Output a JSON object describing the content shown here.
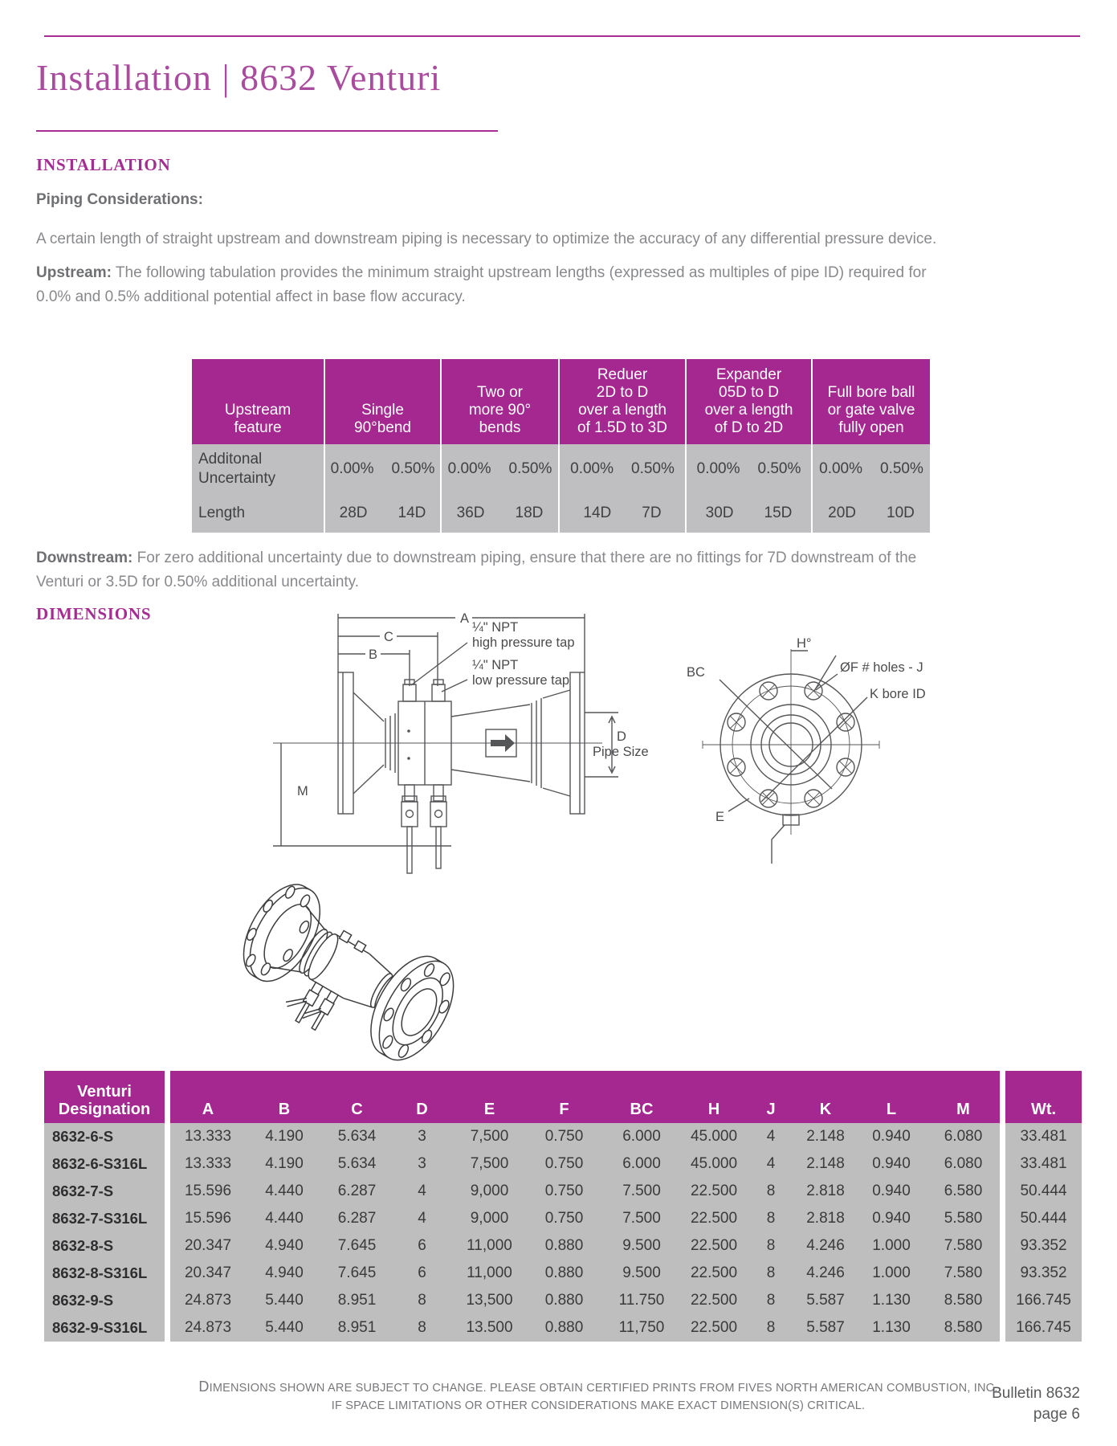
{
  "page": {
    "title": "Installation | 8632 Venturi",
    "section_installation": "INSTALLATION",
    "piping_heading": "Piping Considerations:",
    "para1": "A certain length of straight upstream and downstream piping is necessary to optimize the accuracy of any differential pressure device.",
    "upstream_label": "Upstream:",
    "upstream_line1": "The following tabulation provides the minimum straight upstream lengths (expressed as multiples of pipe ID) required for",
    "upstream_line2": "0.0% and 0.5% additional potential affect in base flow accuracy.",
    "downstream_label": "Downstream:",
    "downstream_line1": "For zero additional uncertainty due to downstream piping, ensure that there are no fittings for 7D downstream of the",
    "downstream_line2": "Venturi or 3.5D for 0.50% additional uncertainty.",
    "section_dimensions": "DIMENSIONS",
    "footer_note_line1": "DIMENSIONS SHOWN ARE SUBJECT TO CHANGE. PLEASE OBTAIN CERTIFIED PRINTS FROM FIVES NORTH AMERICAN COMBUSTION, INC.",
    "footer_note_line2": "IF SPACE LIMITATIONS OR OTHER CONSIDERATIONS MAKE EXACT DIMENSION(S) CRITICAL.",
    "bulletin": "Bulletin 8632",
    "page_num": "page 6"
  },
  "colors": {
    "magenta": "#a52890",
    "row_gray": "#bebebe",
    "text_gray": "#88898c"
  },
  "upstream_table": {
    "columns": [
      "Upstream\nfeature",
      "Single\n90°bend",
      "Two  or\nmore 90°\nbends",
      "Reduer\n2D to D\nover a length\nof 1.5D to 3D",
      "Expander\n05D to D\nover a length\nof D to 2D",
      "Full bore ball\nor gate valve\nfully open"
    ],
    "rows": [
      {
        "label": "Additonal\nUncertainty",
        "values": [
          [
            "0.00%",
            "0.50%"
          ],
          [
            "0.00%",
            "0.50%"
          ],
          [
            "0.00%",
            "0.50%"
          ],
          [
            "0.00%",
            "0.50%"
          ],
          [
            "0.00%",
            "0.50%"
          ]
        ]
      },
      {
        "label": "Length",
        "values": [
          [
            "28D",
            "14D"
          ],
          [
            "36D",
            "18D"
          ],
          [
            "14D",
            "7D"
          ],
          [
            "30D",
            "15D"
          ],
          [
            "20D",
            "10D"
          ]
        ]
      }
    ]
  },
  "diagram_labels": {
    "dim_a": "A",
    "dim_b": "B",
    "dim_c": "C",
    "dim_m": "M",
    "dim_d": "D",
    "pipe_size": "Pipe Size",
    "npt": "¼\" NPT",
    "high_tap": "high pressure tap",
    "low_tap": "low pressure tap",
    "bc": "BC",
    "h_deg": "H°",
    "holes": "ØF # holes - J",
    "k_bore": "K bore ID",
    "e": "E"
  },
  "dimensions_table": {
    "header": [
      "Venturi\nDesignation",
      "A",
      "B",
      "C",
      "D",
      "E",
      "F",
      "BC",
      "H",
      "J",
      "K",
      "L",
      "M",
      "Wt."
    ],
    "rows": [
      [
        "8632-6-S",
        "13.333",
        "4.190",
        "5.634",
        "3",
        "7,500",
        "0.750",
        "6.000",
        "45.000",
        "4",
        "2.148",
        "0.940",
        "6.080",
        "33.481"
      ],
      [
        "8632-6-S316L",
        "13.333",
        "4.190",
        "5.634",
        "3",
        "7,500",
        "0.750",
        "6.000",
        "45.000",
        "4",
        "2.148",
        "0.940",
        "6.080",
        "33.481"
      ],
      [
        "8632-7-S",
        "15.596",
        "4.440",
        "6.287",
        "4",
        "9,000",
        "0.750",
        "7.500",
        "22.500",
        "8",
        "2.818",
        "0.940",
        "6.580",
        "50.444"
      ],
      [
        "8632-7-S316L",
        "15.596",
        "4.440",
        "6.287",
        "4",
        "9,000",
        "0.750",
        "7.500",
        "22.500",
        "8",
        "2.818",
        "0.940",
        "5.580",
        "50.444"
      ],
      [
        "8632-8-S",
        "20.347",
        "4.940",
        "7.645",
        "6",
        "11,000",
        "0.880",
        "9.500",
        "22.500",
        "8",
        "4.246",
        "1.000",
        "7.580",
        "93.352"
      ],
      [
        "8632-8-S316L",
        "20.347",
        "4.940",
        "7.645",
        "6",
        "11,000",
        "0.880",
        "9.500",
        "22.500",
        "8",
        "4.246",
        "1.000",
        "7.580",
        "93.352"
      ],
      [
        "8632-9-S",
        "24.873",
        "5.440",
        "8.951",
        "8",
        "13,500",
        "0.880",
        "11.750",
        "22.500",
        "8",
        "5.587",
        "1.130",
        "8.580",
        "166.745"
      ],
      [
        "8632-9-S316L",
        "24.873",
        "5.440",
        "8.951",
        "8",
        "13.500",
        "0.880",
        "11,750",
        "22.500",
        "8",
        "5.587",
        "1.130",
        "8.580",
        "166.745"
      ]
    ]
  }
}
